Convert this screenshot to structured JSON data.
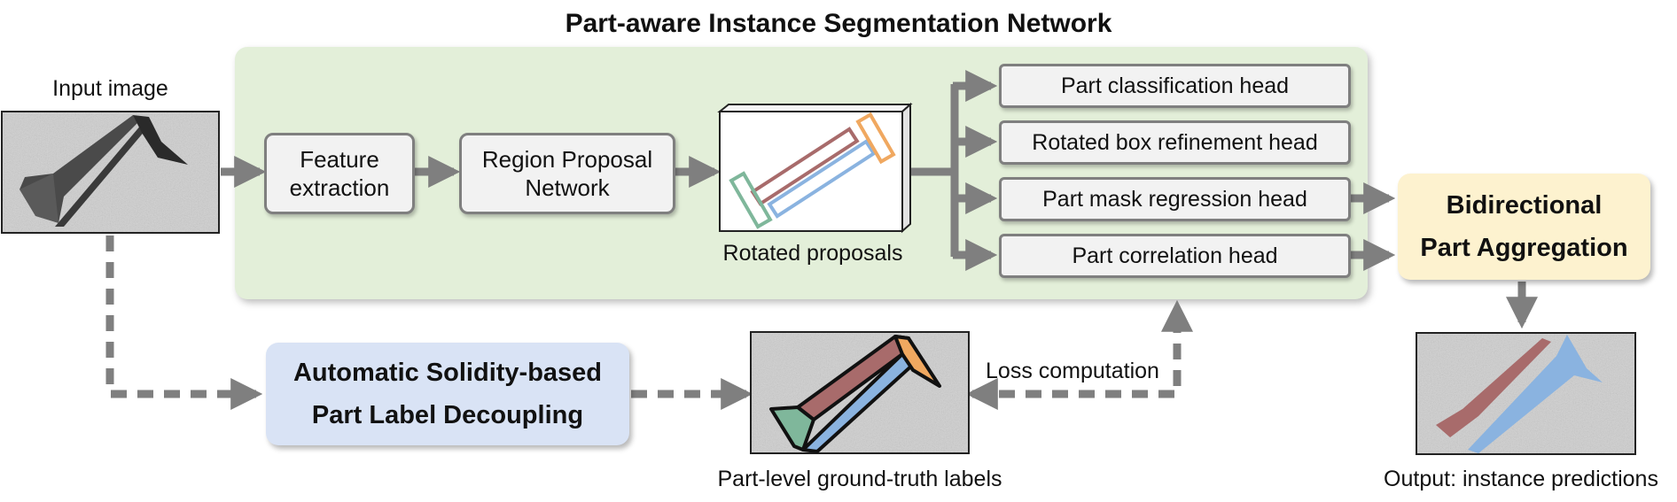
{
  "title": "Part-aware Instance Segmentation Network",
  "input_label": "Input image",
  "feature_extraction": "Feature\nextraction",
  "rpn": "Region Proposal\nNetwork",
  "rotated_proposals_label": "Rotated proposals",
  "heads": [
    "Part classification head",
    "Rotated box refinement head",
    "Part mask regression head",
    "Part correlation head"
  ],
  "aggregation": {
    "line1": "Bidirectional",
    "line2": "Part Aggregation"
  },
  "decoupling": {
    "line1": "Automatic Solidity-based",
    "line2": "Part Label Decoupling"
  },
  "loss_label": "Loss computation",
  "gt_label": "Part-level ground-truth labels",
  "output_label": "Output: instance predictions",
  "colors": {
    "network_bg": "#e3efd9",
    "aggregation_bg": "#fdf2cf",
    "decoupling_bg": "#d9e3f5",
    "arrow": "#7f7f7f",
    "part_red": "#a86b6b",
    "part_blue": "#8ab3e0",
    "part_orange": "#f0a860",
    "part_green": "#7fb79b"
  }
}
